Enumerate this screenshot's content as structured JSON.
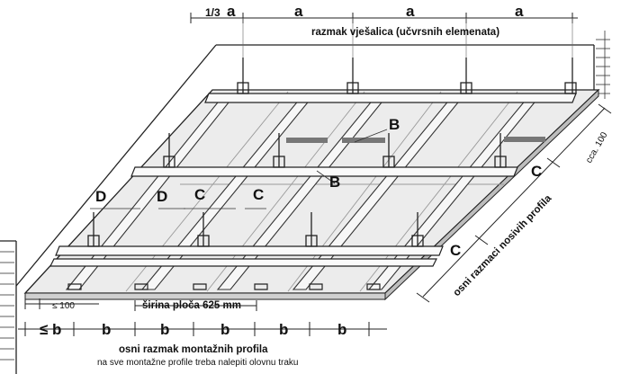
{
  "top_dimension": {
    "first_label": "1/3",
    "first_letter": "a",
    "spacing_labels": [
      "a",
      "a",
      "a"
    ],
    "caption": "razmak vješalica (učvrsnih elemenata)"
  },
  "bottom_dimension": {
    "first_label": "≤ b",
    "spacing_labels": [
      "b",
      "b",
      "b",
      "b",
      "b"
    ],
    "edge_note": "≤ 100",
    "board_width": "širina ploča 625 mm",
    "caption": "osni razmak montažnih profila",
    "note": "na sve montažne profile treba nalepiti olovnu traku"
  },
  "side_dimension": {
    "edge_note": "cca. 100",
    "letter_upper": "C",
    "letter_lower": "C",
    "caption": "osni razmaci nosivih profila"
  },
  "callouts": {
    "b_upper": "B",
    "b_lower": "B",
    "d_left": "D",
    "d_right": "D",
    "c_left": "C",
    "c_right": "C"
  }
}
